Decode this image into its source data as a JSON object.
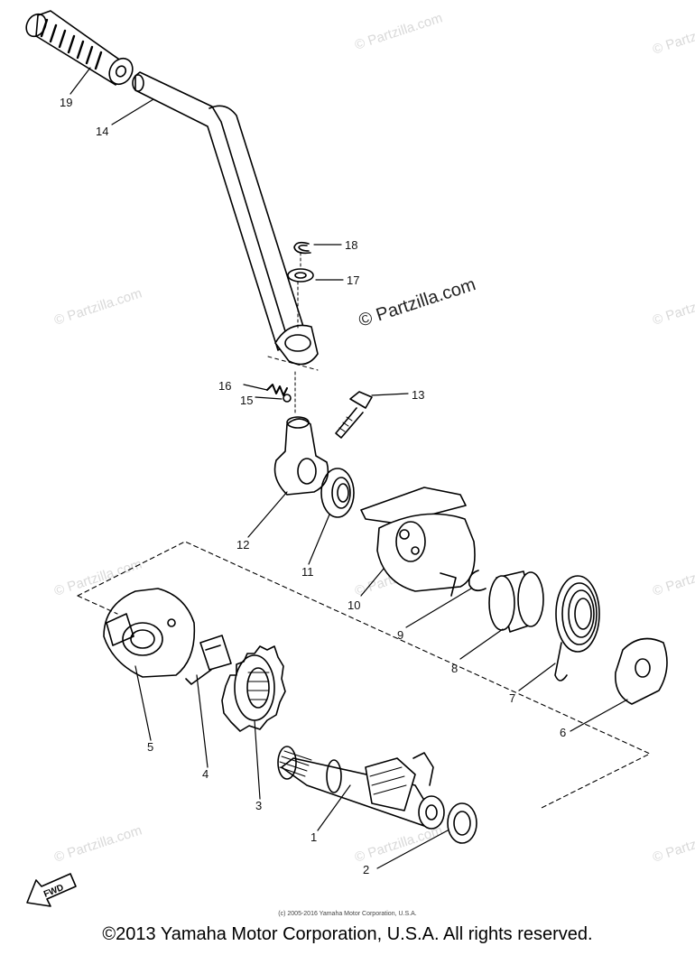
{
  "watermark": {
    "text": "© Partzilla.com",
    "main_text": "© Partzilla.com"
  },
  "parts": {
    "p1": "1",
    "p2": "2",
    "p3": "3",
    "p4": "4",
    "p5": "5",
    "p6": "6",
    "p7": "7",
    "p8": "8",
    "p9": "9",
    "p10": "10",
    "p11": "11",
    "p12": "12",
    "p13": "13",
    "p14": "14",
    "p15": "15",
    "p16": "16",
    "p17": "17",
    "p18": "18",
    "p19": "19"
  },
  "fwd_label": "FWD",
  "small_copyright": "(c) 2005-2016 Yamaha Motor Corporation, U.S.A.",
  "footer_copyright": "©2013 Yamaha Motor Corporation, U.S.A. All rights reserved."
}
